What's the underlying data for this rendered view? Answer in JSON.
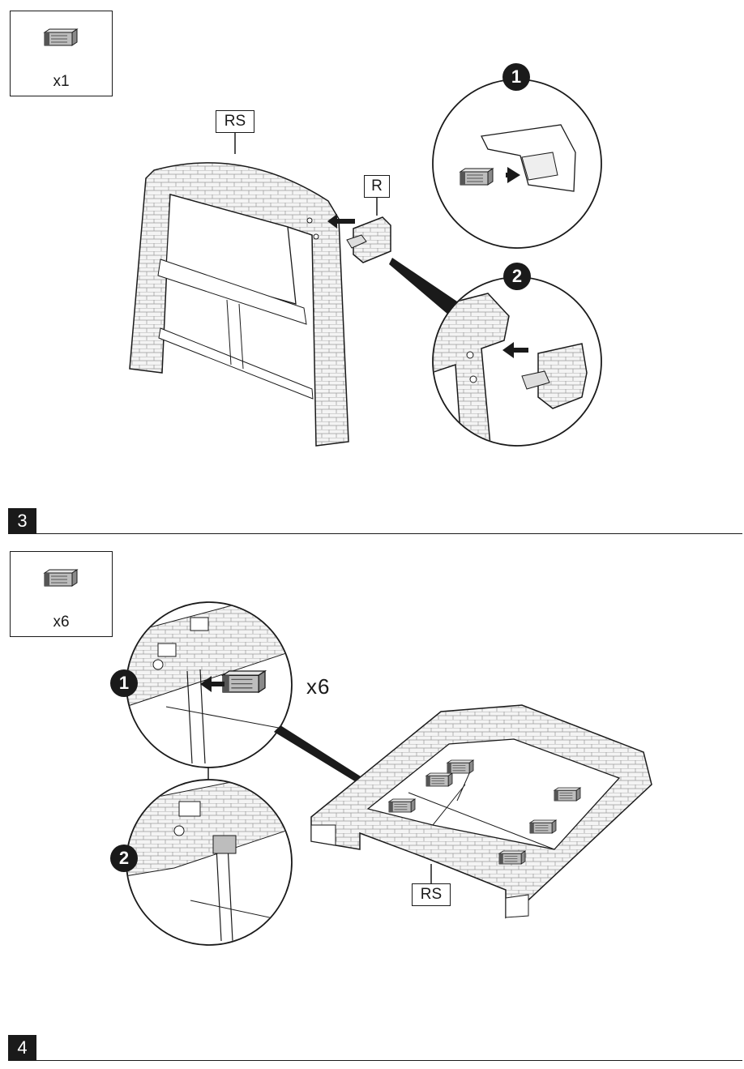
{
  "step2": {
    "part_box": {
      "icon": "connector-clip-icon",
      "quantity": "x1"
    },
    "labels": {
      "backrest": "RS",
      "part": "R"
    },
    "callouts": [
      "1",
      "2"
    ]
  },
  "step3": {
    "number": "3",
    "part_box": {
      "icon": "connector-clip-icon",
      "quantity": "x6"
    },
    "callouts": [
      "1",
      "2"
    ],
    "repeat_quantity": "x6",
    "labels": {
      "seat": "RS"
    }
  },
  "step4": {
    "number": "4"
  },
  "colors": {
    "ink": "#1a1a1a",
    "brick": "#cfcfcf",
    "paper": "#ffffff"
  }
}
